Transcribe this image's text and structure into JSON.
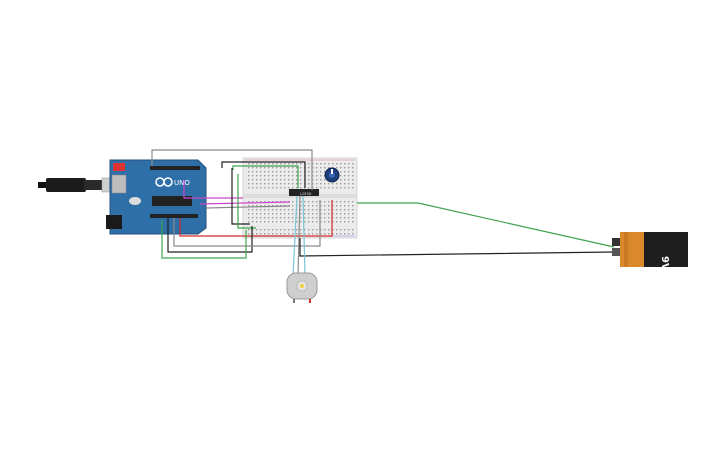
{
  "arduino": {
    "brand_text": "UNO",
    "logo": "arduino-infinity-logo"
  },
  "breadboard": {
    "hole_color": "#9a9a9a"
  },
  "ic": {
    "label": "L293D"
  },
  "battery": {
    "label": "9V"
  },
  "colors": {
    "board_blue": "#2f6fa8",
    "breadboard_bg": "#ebebeb",
    "battery_orange": "#d9892c",
    "battery_black": "#1e1e1e",
    "wire_green": "#3fa34d",
    "wire_black": "#222222",
    "wire_red": "#d22b2b",
    "wire_gray": "#8a8a8a",
    "wire_magenta": "#cc44cc",
    "wire_cyan": "#7ac4d4"
  }
}
